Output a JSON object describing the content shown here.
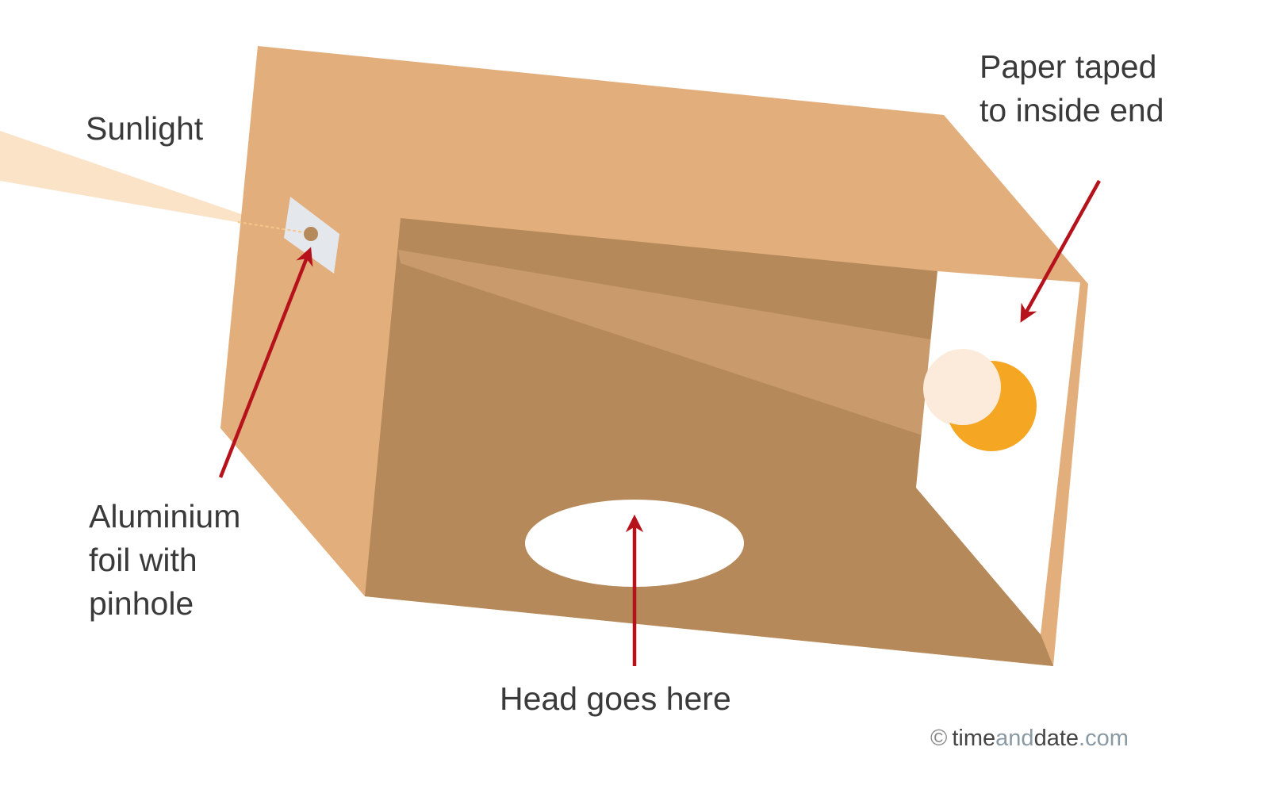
{
  "labels": {
    "sunlight": "Sunlight",
    "paper_line1": "Paper taped",
    "paper_line2": "to inside end",
    "foil_line1": "Aluminium",
    "foil_line2": "foil with",
    "foil_line3": "pinhole",
    "head": "Head goes here"
  },
  "logo": {
    "copyright": "©",
    "part1": "time",
    "part2": "and",
    "part3": "date",
    "part4": ".com"
  },
  "colors": {
    "box_outer": "#E2AE7C",
    "box_inner": "#B5895A",
    "beam": "#C99A6C",
    "arrow": "#B5121B",
    "sun": "#F5A623",
    "text": "#3a3a3a"
  }
}
